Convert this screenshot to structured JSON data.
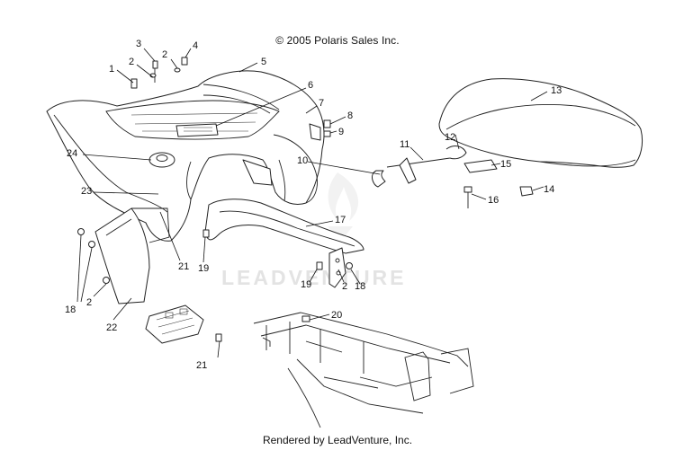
{
  "copyright": "© 2005 Polaris Sales Inc.",
  "footer": "Rendered by LeadVenture, Inc.",
  "watermark": "LEADVENTURE",
  "callouts": {
    "c1": "1",
    "c2a": "2",
    "c2b": "2",
    "c2c": "2",
    "c2d": "2",
    "c3": "3",
    "c4": "4",
    "c5": "5",
    "c6": "6",
    "c7": "7",
    "c8": "8",
    "c9": "9",
    "c10": "10",
    "c11": "11",
    "c12": "12",
    "c13": "13",
    "c14": "14",
    "c15": "15",
    "c16": "16",
    "c17": "17",
    "c18a": "18",
    "c18b": "18",
    "c19a": "19",
    "c19b": "19",
    "c20": "20",
    "c21a": "21",
    "c21b": "21",
    "c22": "22",
    "c23": "23",
    "c24": "24"
  }
}
